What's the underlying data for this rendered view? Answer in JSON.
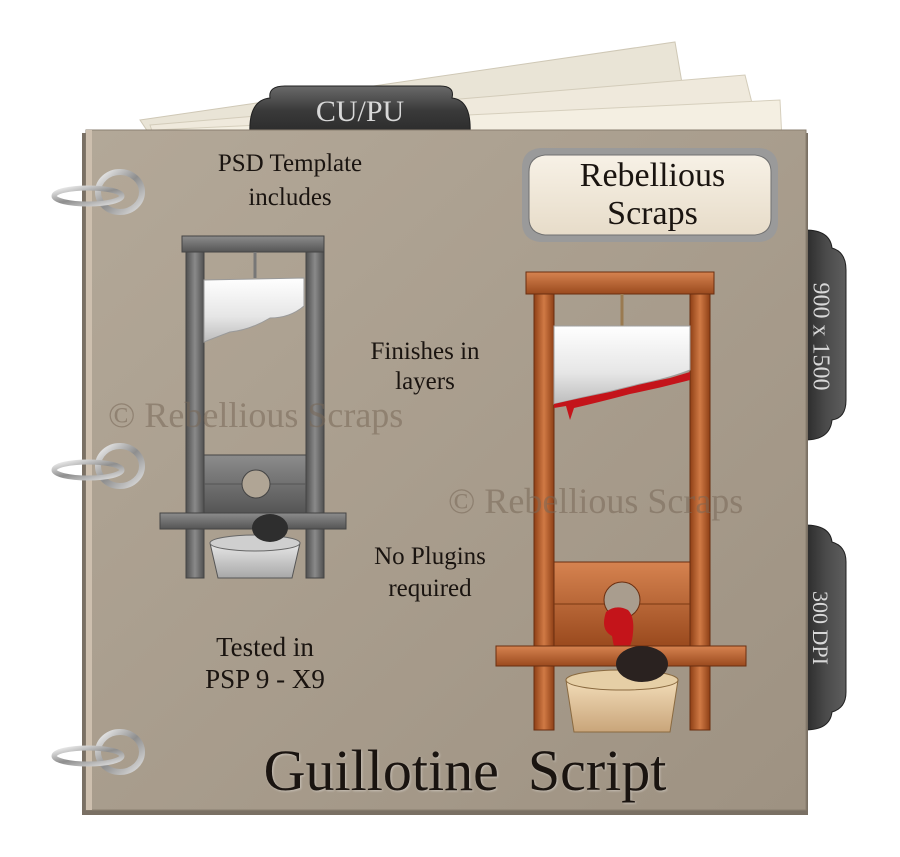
{
  "tabs": {
    "top": "CU/PU",
    "side_size": "900 x 1500",
    "side_dpi": "300 DPI"
  },
  "brand": {
    "line1": "Rebellious",
    "line2": "Scraps"
  },
  "info": {
    "psd_line1": "PSD Template",
    "psd_line2": "includes",
    "finishes_line1": "Finishes in",
    "finishes_line2": "layers",
    "plugins_line1": "No Plugins",
    "plugins_line2": "required",
    "tested_line1": "Tested in",
    "tested_line2": "PSP 9 - X9"
  },
  "watermarks": {
    "left": "© Rebellious Scraps",
    "right": "© Rebellious Scraps"
  },
  "title": "Guillotine  Script",
  "colors": {
    "cover": "#a99d8e",
    "tab": "#3e3e3e",
    "wood": "#b85c2a",
    "grey_wood": "#6b6b6b",
    "blood": "#c4141a"
  }
}
